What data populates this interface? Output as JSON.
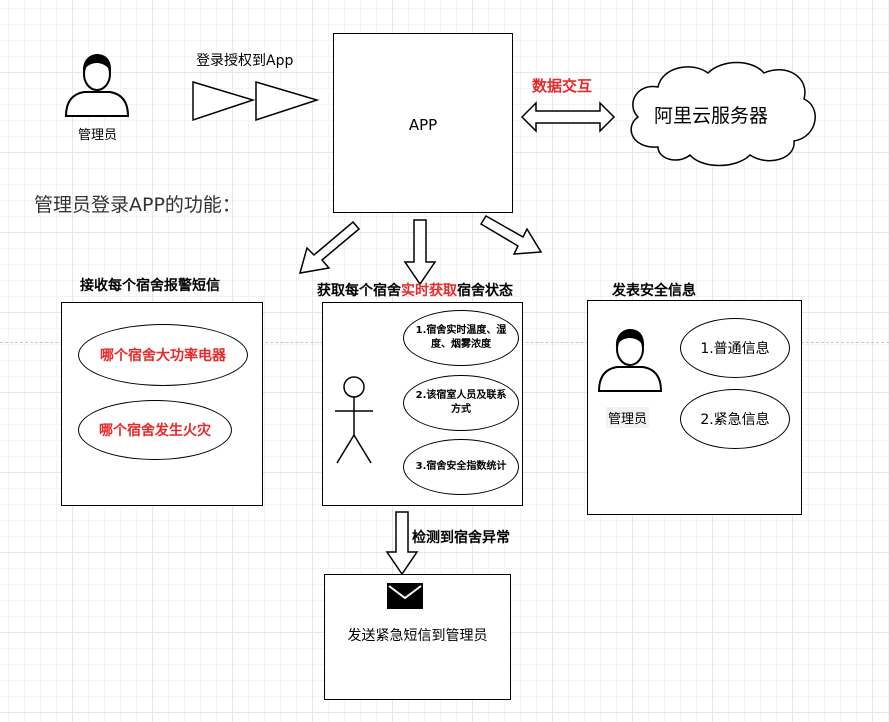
{
  "actor_top": {
    "label": "管理员"
  },
  "auth_label": "登录授权到App",
  "app_box": {
    "label": "APP"
  },
  "data_exchange_label": "数据交互",
  "cloud": {
    "label": "阿里云服务器"
  },
  "section_title": "管理员登录APP的功能：",
  "left_panel": {
    "title": "接收每个宿舍报警短信",
    "items": [
      "哪个宿舍大功率电器",
      "哪个宿舍发生火灾"
    ]
  },
  "middle_panel": {
    "title_pre": "获取每个宿舍",
    "title_highlight": "实时获取",
    "title_post": "宿舍状态",
    "items": [
      "1.宿舍实时温度、湿度、烟雾浓度",
      "2.该宿室人员及联系方式",
      "3.宿舍安全指数统计"
    ]
  },
  "right_panel": {
    "title": "发表安全信息",
    "actor_label": "管理员",
    "items": [
      "1.普通信息",
      "2.紧急信息"
    ]
  },
  "detect_label": "检测到宿舍异常",
  "sms_box": {
    "label": "发送紧急短信到管理员",
    "icon": "envelope-icon"
  },
  "colors": {
    "highlight": "#e8292b",
    "line": "#000000"
  }
}
